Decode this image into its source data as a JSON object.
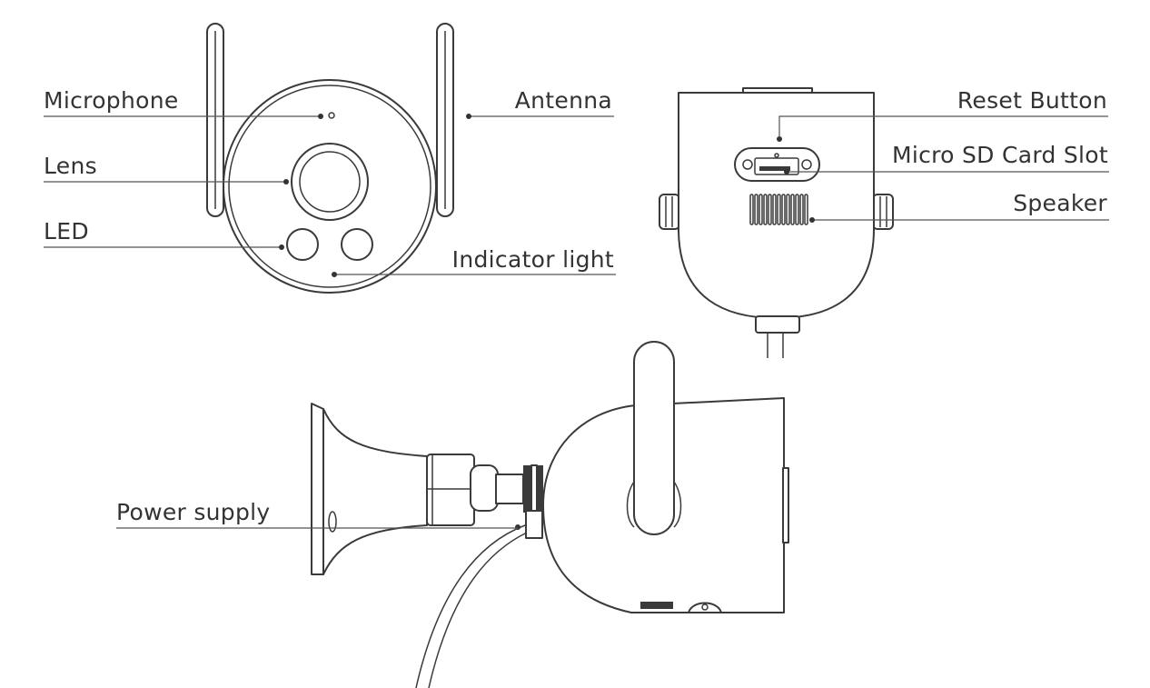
{
  "labels": {
    "microphone": "Microphone",
    "lens": "Lens",
    "led": "LED",
    "antenna": "Antenna",
    "indicator_light": "Indicator light",
    "reset_button": "Reset Button",
    "micro_sd_card_slot": "Micro SD Card Slot",
    "speaker": "Speaker",
    "power_supply": "Power supply"
  },
  "colors": {
    "line": "#3a3a3a",
    "text": "#333333",
    "background": "#ffffff"
  }
}
